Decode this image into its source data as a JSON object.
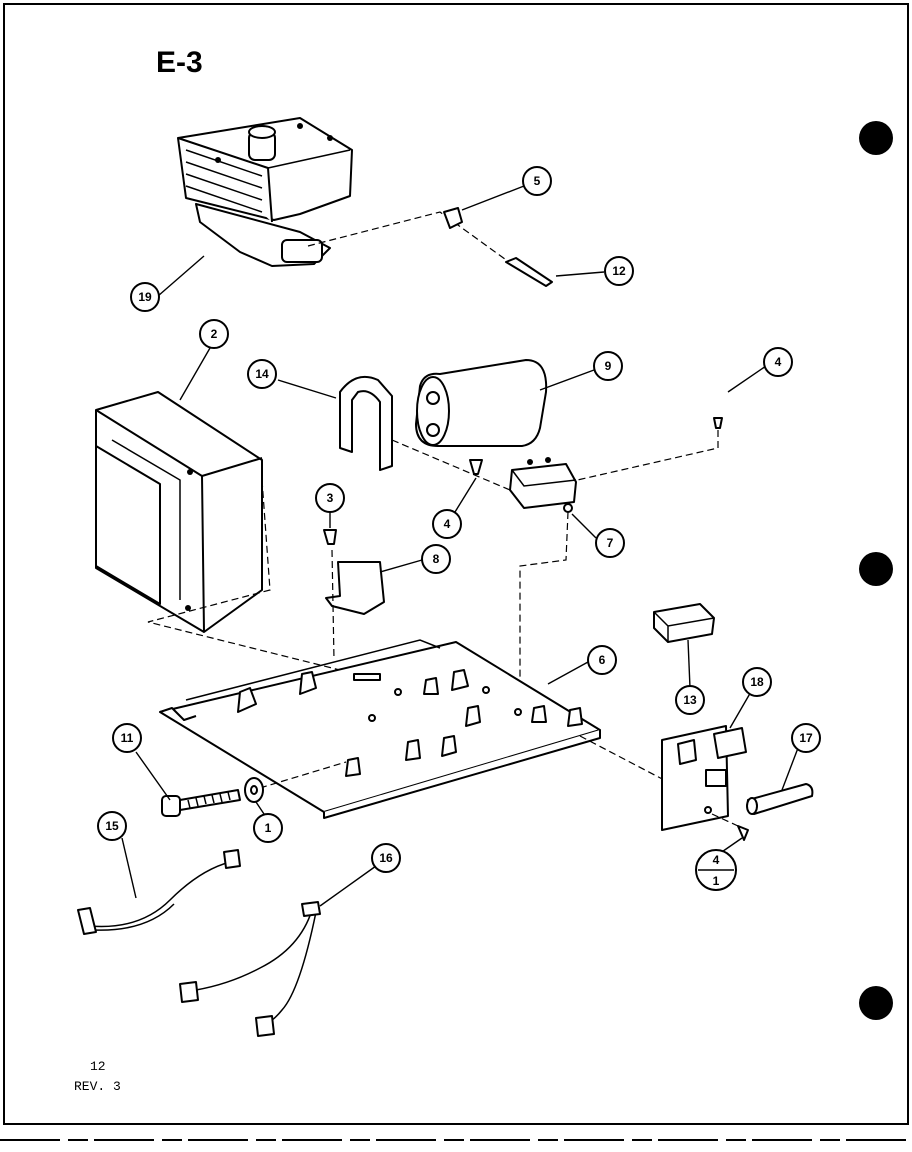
{
  "diagram": {
    "title": "E-3",
    "footer": {
      "page": "12",
      "revision": "REV. 3"
    },
    "callouts": [
      {
        "id": "callout-19",
        "label": "19"
      },
      {
        "id": "callout-5",
        "label": "5"
      },
      {
        "id": "callout-12",
        "label": "12"
      },
      {
        "id": "callout-2",
        "label": "2"
      },
      {
        "id": "callout-14",
        "label": "14"
      },
      {
        "id": "callout-9",
        "label": "9"
      },
      {
        "id": "callout-4a",
        "label": "4"
      },
      {
        "id": "callout-4b",
        "label": "4"
      },
      {
        "id": "callout-3",
        "label": "3"
      },
      {
        "id": "callout-8",
        "label": "8"
      },
      {
        "id": "callout-7",
        "label": "7"
      },
      {
        "id": "callout-6",
        "label": "6"
      },
      {
        "id": "callout-13",
        "label": "13"
      },
      {
        "id": "callout-18",
        "label": "18"
      },
      {
        "id": "callout-17",
        "label": "17"
      },
      {
        "id": "callout-11",
        "label": "11"
      },
      {
        "id": "callout-1",
        "label": "1"
      },
      {
        "id": "callout-15",
        "label": "15"
      },
      {
        "id": "callout-16",
        "label": "16"
      }
    ],
    "split_callout": {
      "top": "4",
      "bottom": "1"
    }
  }
}
